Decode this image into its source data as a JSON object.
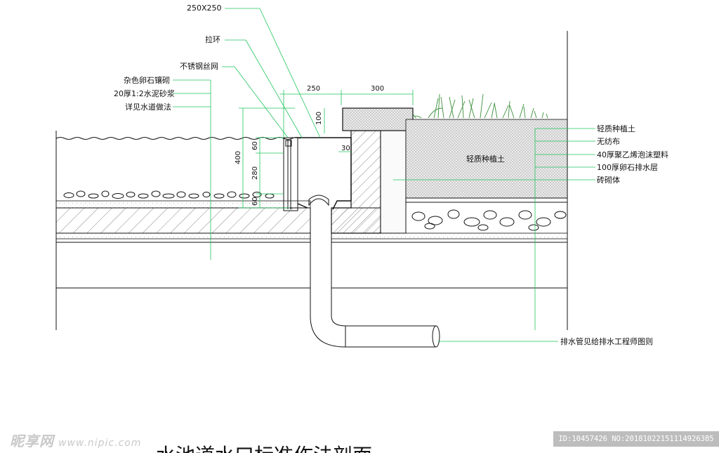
{
  "labels": {
    "size_250x250": "250X250",
    "pull_ring": "拉环",
    "ss_mesh": "不锈钢丝网",
    "pebble_inlay": "杂色卵石镶砌",
    "mortar": "20厚1:2水泥砂浆",
    "see_road": "详见水道做法",
    "light_soil_1": "轻质种植土",
    "non_woven": "无纺布",
    "eps": "40厚聚乙烯泡沫塑料",
    "pebble_drain": "100厚卵石排水层",
    "brick": "砖砌体",
    "light_soil_inner": "轻质种植土",
    "drain_pipe": "排水管见给排水工程师图则"
  },
  "dimensions": {
    "d250": "250",
    "d300": "300",
    "d100": "100",
    "d30": "30",
    "d400": "400",
    "d60a": "60",
    "d280": "280",
    "d60b": "60"
  },
  "title": "水池道水口标准作法剖面",
  "watermark": {
    "brand": "昵享网",
    "url": "www.nipic.com"
  },
  "id_bar": "ID:10457426 NO:20181022151114926385",
  "colors": {
    "leader": "#22c55e",
    "ink": "#111111",
    "fill_soil": "#e9e9e9",
    "id_bar": "#bdbdbd"
  }
}
